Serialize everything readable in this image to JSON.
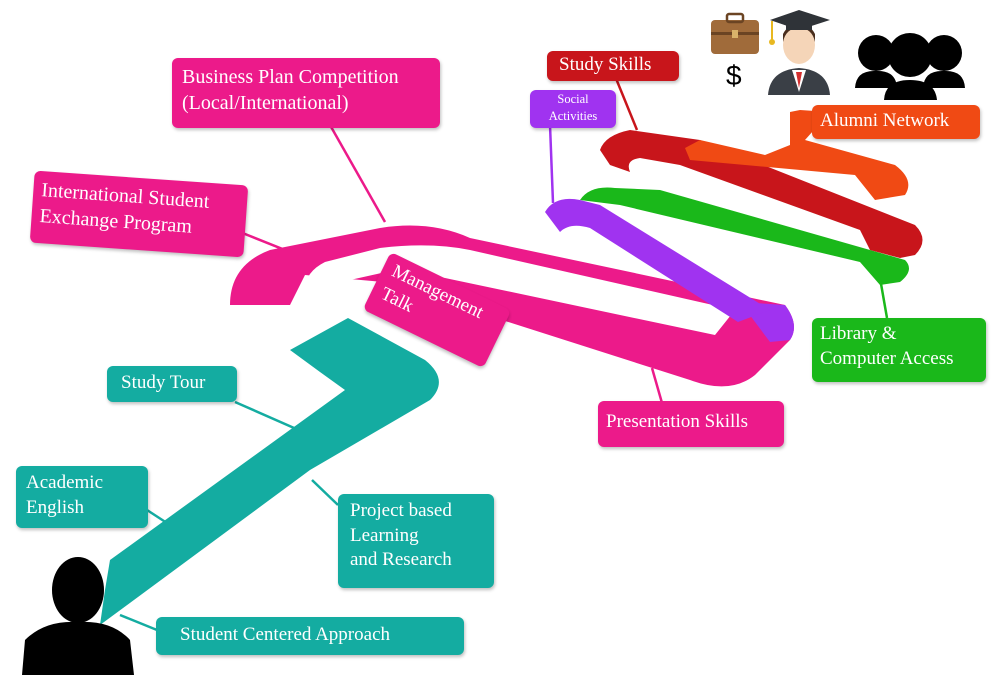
{
  "labels": {
    "business_plan": {
      "line1": "Business Plan Competition",
      "line2": "(Local/International)"
    },
    "exchange": {
      "line1": "International Student",
      "line2": "Exchange Program"
    },
    "management": {
      "line1": "Management",
      "line2": "Talk"
    },
    "study_skills": "Study Skills",
    "social": {
      "line1": "Social",
      "line2": "Activities"
    },
    "alumni": "Alumni Network",
    "library": {
      "line1": "Library &",
      "line2": "Computer Access"
    },
    "presentation": "Presentation Skills",
    "study_tour": "Study Tour",
    "academic_english": {
      "line1": "Academic",
      "line2": "English"
    },
    "project": {
      "line1": "Project based",
      "line2": "Learning",
      "line3": "and Research"
    },
    "student_centered": "Student Centered Approach"
  },
  "icons": {
    "dollar": "$"
  },
  "colors": {
    "magenta": "#ec1a8a",
    "teal": "#14aca1",
    "red": "#c8151b",
    "green": "#1ab81a",
    "orange": "#f04a14",
    "purple": "#a033f0"
  }
}
